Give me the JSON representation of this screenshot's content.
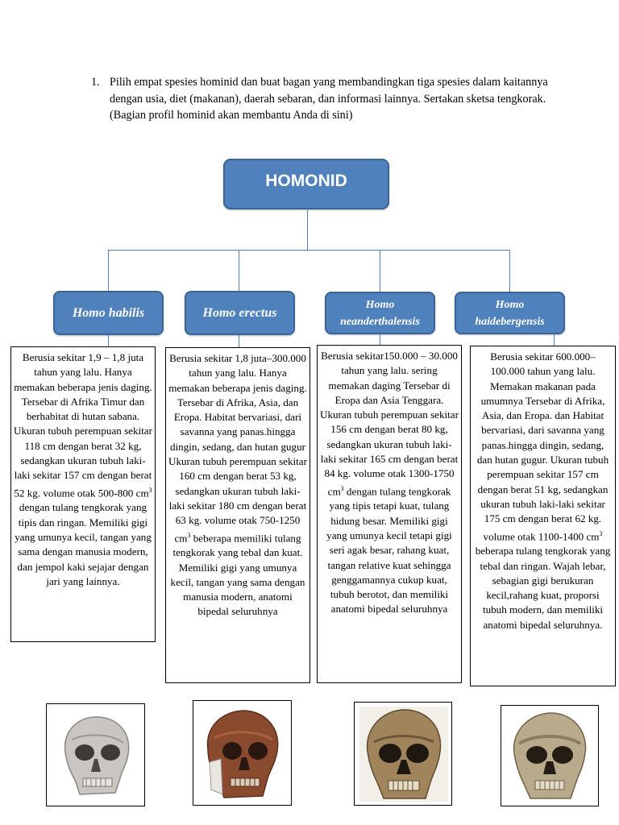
{
  "instruction": {
    "number": "1.",
    "text": "Pilih empat spesies hominid dan buat bagan yang membandingkan tiga spesies dalam kaitannya dengan usia, diet (makanan), daerah sebaran, dan informasi lainnya. Sertakan sketsa tengkorak. (Bagian profil hominid akan membantu Anda di sini)"
  },
  "chart_title": "HOMONID",
  "species": [
    {
      "name": "Homo habilis",
      "desc_a": "Berusia sekitar 1,9 – 1,8 juta tahun yang lalu. Hanya memakan beberapa jenis daging. Tersebar di Afrika Timur dan berhabitat di hutan sabana. Ukuran tubuh perempuan sekitar 118 cm dengan berat 32 kg, sedangkan ukuran tubuh laki-laki sekitar 157 cm dengan berat 52 kg. volume otak 500-800 cm",
      "desc_sup": "3",
      "desc_b": " dengan tulang tengkorak yang tipis dan ringan. Memiliki gigi yang umunya kecil, tangan yang sama dengan manusia modern, dan jempol kaki sejajar dengan jari yang lainnya."
    },
    {
      "name": "Homo erectus",
      "desc_a": "Berusia sekitar 1,8 juta–300.000 tahun yang lalu. Hanya memakan beberapa jenis daging. Tersebar di Afrika, Asia, dan Eropa. Habitat bervariasi, dari savanna yang panas.hingga dingin, sedang, dan hutan gugur Ukuran tubuh perempuan sekitar 160 cm dengan berat 53 kg, sedangkan ukuran tubuh laki-laki sekitar 180 cm dengan berat 63 kg. volume otak 750-1250 cm",
      "desc_sup": "3",
      "desc_b": " beberapa memiliki tulang tengkorak yang tebal dan kuat. Memiliki gigi yang umunya kecil, tangan yang sama dengan manusia modern, anatomi bipedal seluruhnya"
    },
    {
      "name": "Homo neanderthalensis",
      "desc_a": "Berusia sekitar150.000 – 30.000 tahun yang lalu. sering memakan daging Tersebar di Eropa dan Asia Tenggara. Ukuran tubuh perempuan sekitar 156 cm dengan berat 80 kg, sedangkan ukuran tubuh laki-laki sekitar 165 cm dengan berat 84 kg. volume otak 1300-1750 cm",
      "desc_sup": "3",
      "desc_b": " dengan tulang tengkorak yang tipis tetapi kuat, tulang hidung besar. Memiliki gigi yang umunya kecil tetapi gigi seri agak besar, rahang kuat, tangan relative kuat sehingga genggamannya cukup kuat, tubuh berotot, dan memiliki anatomi bipedal seluruhnya"
    },
    {
      "name": "Homo haidebergensis",
      "desc_a": "Berusia sekitar 600.000–100.000 tahun yang lalu. Memakan makanan pada umumnya Tersebar di Afrika, Asia, dan Eropa. dan Habitat bervariasi, dari savanna yang panas.hingga dingin, sedang, dan hutan gugur. Ukuran tubuh perempuan sekitar 157 cm dengan berat 51 kg, sedangkan ukuran tubuh laki-laki sekitar 175 cm dengan berat 62 kg. volume otak 1100-1400 cm",
      "desc_sup": "3",
      "desc_b": " beberapa tulang tengkorak yang tebal dan ringan. Wajah lebar, sebagian gigi berukuran kecil,rahang kuat, proporsi tubuh modern, dan memiliki anatomi bipedal seluruhnya."
    }
  ],
  "colors": {
    "box_fill": "#4f81bd",
    "box_border": "#3a6496",
    "connector": "#4f81bd"
  },
  "icons": [
    "skull-photo-habilis",
    "skull-photo-erectus",
    "skull-photo-neanderthalensis",
    "skull-photo-heidelbergensis"
  ]
}
